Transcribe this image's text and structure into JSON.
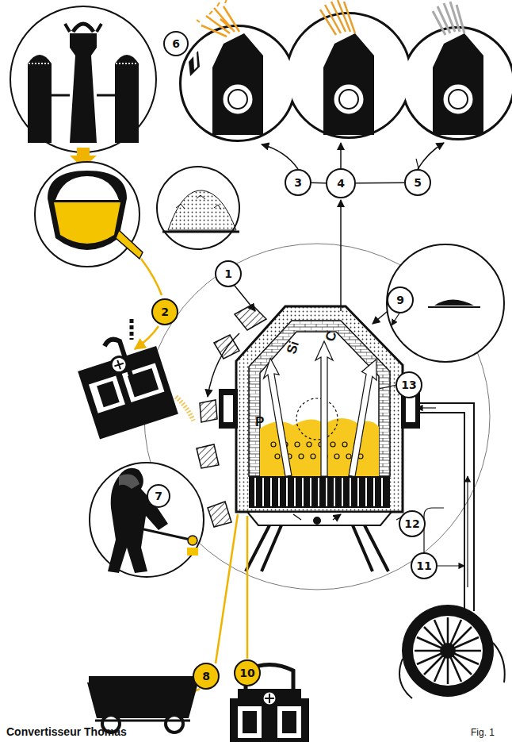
{
  "diagram": {
    "caption": "Convertisseur Thomas",
    "nodes": [
      {
        "text": [
          "6"
        ]
      },
      {
        "text": [
          "3"
        ]
      },
      {
        "text": [
          "4"
        ]
      },
      {
        "text": [
          "5"
        ]
      },
      {
        "text": [
          "1"
        ]
      },
      {
        "text": [
          "9"
        ]
      },
      {
        "text": [
          "2"
        ]
      },
      {
        "text": [
          "13"
        ]
      },
      {
        "text": [
          "7"
        ]
      },
      {
        "text": [
          "12"
        ]
      },
      {
        "text": [
          "11"
        ]
      },
      {
        "text": [
          "8"
        ]
      },
      {
        "text": [
          "10"
        ]
      }
    ],
    "edges": [
      {
        "from": 1,
        "to": 2,
        "arrow": "none"
      },
      {
        "from": 2,
        "to": 3,
        "arrow": "none"
      }
    ],
    "labels": [
      "Si",
      "C",
      "P",
      "Fig. 1"
    ]
  }
}
